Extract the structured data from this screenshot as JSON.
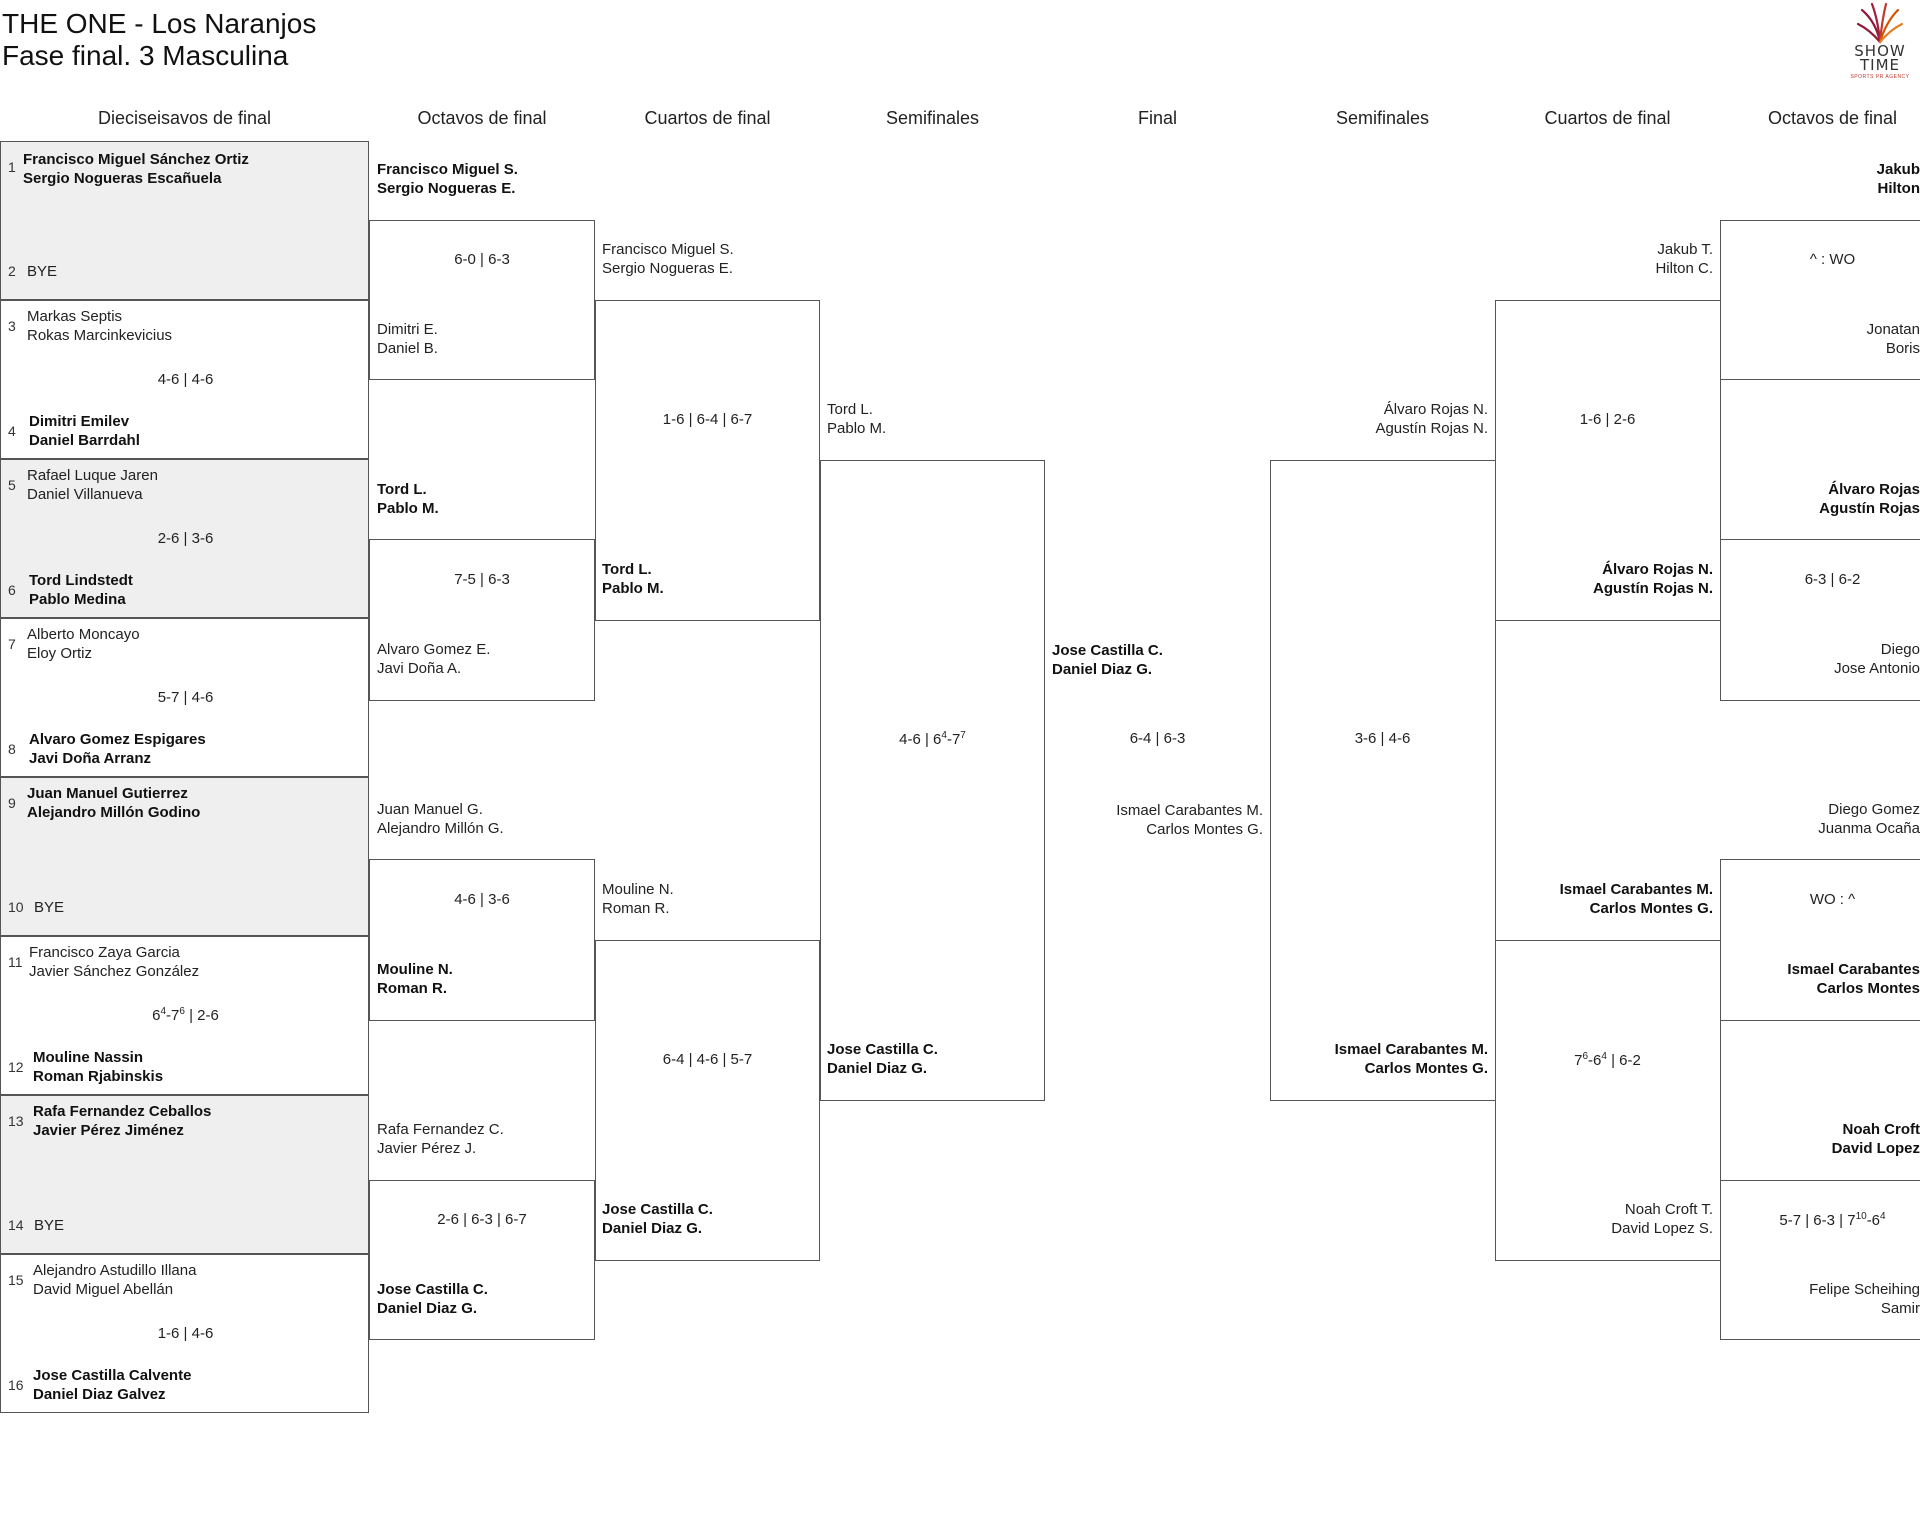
{
  "header": {
    "title_line1": "THE ONE - Los Naranjos",
    "title_line2": "Fase final. 3 Masculina"
  },
  "logo": {
    "line1": "SHOW",
    "line2": "TIME",
    "tagline": "SPORTS PR AGENCY",
    "colors": [
      "#8e1b3a",
      "#c0392b",
      "#e67e22"
    ]
  },
  "rounds": [
    "Dieciseisavos de final",
    "Octavos de final",
    "Cuartos de final",
    "Semifinales",
    "Final",
    "Semifinales",
    "Cuartos de final",
    "Octavos de final"
  ],
  "r32": {
    "slots": [
      {
        "seed": "1",
        "p1": "Francisco Miguel Sánchez Ortiz",
        "p2": "Sergio Nogueras Escañuela"
      },
      {
        "seed": "2",
        "p1": "BYE",
        "p2": ""
      },
      {
        "seed": "3",
        "p1": "Markas Septis",
        "p2": "Rokas Marcinkevicius"
      },
      {
        "seed": "4",
        "p1": "Dimitri Emilev",
        "p2": "Daniel Barrdahl"
      },
      {
        "seed": "5",
        "p1": "Rafael Luque Jaren",
        "p2": "Daniel Villanueva"
      },
      {
        "seed": "6",
        "p1": "Tord Lindstedt",
        "p2": "Pablo Medina"
      },
      {
        "seed": "7",
        "p1": "Alberto Moncayo",
        "p2": "Eloy Ortiz"
      },
      {
        "seed": "8",
        "p1": "Alvaro Gomez Espigares",
        "p2": "Javi Doña Arranz"
      },
      {
        "seed": "9",
        "p1": "Juan Manuel Gutierrez",
        "p2": "Alejandro Millón Godino"
      },
      {
        "seed": "10",
        "p1": "BYE",
        "p2": ""
      },
      {
        "seed": "11",
        "p1": "Francisco Zaya Garcia",
        "p2": "Javier Sánchez González"
      },
      {
        "seed": "12",
        "p1": "Mouline Nassin",
        "p2": "Roman Rjabinskis"
      },
      {
        "seed": "13",
        "p1": "Rafa Fernandez Ceballos",
        "p2": "Javier Pérez Jiménez"
      },
      {
        "seed": "14",
        "p1": "BYE",
        "p2": ""
      },
      {
        "seed": "15",
        "p1": "Alejandro Astudillo Illana",
        "p2": "David Miguel Abellán"
      },
      {
        "seed": "16",
        "p1": "Jose Castilla Calvente",
        "p2": "Daniel Diaz Galvez"
      }
    ],
    "scores": [
      "",
      "4-6 | 4-6",
      "2-6 | 3-6",
      "5-7 | 4-6",
      "",
      "",
      "1-6 | 4-6"
    ]
  },
  "r16_left": {
    "pairs": [
      {
        "p1": "Francisco Miguel S.",
        "p2": "Sergio Nogueras E."
      },
      {
        "p1": "Dimitri E.",
        "p2": "Daniel B."
      },
      {
        "p1": "Tord L.",
        "p2": "Pablo M."
      },
      {
        "p1": "Alvaro Gomez E.",
        "p2": "Javi Doña A."
      },
      {
        "p1": "Juan Manuel G.",
        "p2": "Alejandro Millón G."
      },
      {
        "p1": "Mouline N.",
        "p2": "Roman R."
      },
      {
        "p1": "Rafa Fernandez C.",
        "p2": "Javier Pérez J."
      },
      {
        "p1": "Jose Castilla C.",
        "p2": "Daniel Diaz G."
      }
    ],
    "scores": [
      "6-0 | 6-3",
      "7-5 | 6-3",
      "4-6 | 3-6",
      "2-6 | 6-3 | 6-7"
    ]
  },
  "qf_left": {
    "pairs": [
      {
        "p1": "Francisco Miguel S.",
        "p2": "Sergio Nogueras E."
      },
      {
        "p1": "Tord L.",
        "p2": "Pablo M."
      },
      {
        "p1": "Mouline N.",
        "p2": "Roman R."
      },
      {
        "p1": "Jose Castilla C.",
        "p2": "Daniel Diaz G."
      }
    ],
    "scores": [
      "1-6 | 6-4 | 6-7",
      "6-4 | 4-6 | 5-7"
    ]
  },
  "sf_left": {
    "pairs": [
      {
        "p1": "Tord L.",
        "p2": "Pablo M."
      },
      {
        "p1": "Jose Castilla C.",
        "p2": "Daniel Diaz G."
      }
    ],
    "score_a": "4-6 | 6",
    "score_sup1": "4",
    "score_b": "-7",
    "score_sup2": "7"
  },
  "final": {
    "pairs": [
      {
        "p1": "Jose Castilla C.",
        "p2": "Daniel Diaz G."
      },
      {
        "p1": "Ismael Carabantes M.",
        "p2": "Carlos Montes G."
      }
    ],
    "score": "6-4 | 6-3"
  },
  "sf_right": {
    "pairs": [
      {
        "p1": "Álvaro Rojas N.",
        "p2": "Agustín Rojas N."
      },
      {
        "p1": "Ismael Carabantes M.",
        "p2": "Carlos Montes G."
      }
    ],
    "score": "3-6 | 4-6"
  },
  "qf_right": {
    "pairs": [
      {
        "p1": "Jakub T.",
        "p2": "Hilton C."
      },
      {
        "p1": "Álvaro Rojas N.",
        "p2": "Agustín Rojas N."
      },
      {
        "p1": "Ismael Carabantes M.",
        "p2": "Carlos Montes G."
      },
      {
        "p1": "Noah Croft T.",
        "p2": "David Lopez S."
      }
    ],
    "score1": "1-6 | 2-6",
    "score2_a": "7",
    "score2_sup1": "6",
    "score2_b": "-6",
    "score2_sup2": "4",
    "score2_c": " | 6-2"
  },
  "r16_right": {
    "pairs": [
      {
        "p1": "Jakub",
        "p2": "Hilton"
      },
      {
        "p1": "Jonatan",
        "p2": "Boris"
      },
      {
        "p1": "Álvaro Rojas",
        "p2": "Agustín Rojas"
      },
      {
        "p1": "Diego",
        "p2": "Jose Antonio"
      },
      {
        "p1": "Diego Gomez",
        "p2": "Juanma Ocaña"
      },
      {
        "p1": "Ismael Carabantes",
        "p2": "Carlos Montes"
      },
      {
        "p1": "Noah Croft",
        "p2": "David Lopez"
      },
      {
        "p1": "Felipe Scheihing",
        "p2": "Samir"
      }
    ],
    "score1": "^ : WO",
    "score2": "6-3 | 6-2",
    "score3": "WO : ^",
    "score4_a": "5-7 | 6-3 | 7",
    "score4_sup1": "10",
    "score4_b": "-6",
    "score4_sup2": "4"
  }
}
